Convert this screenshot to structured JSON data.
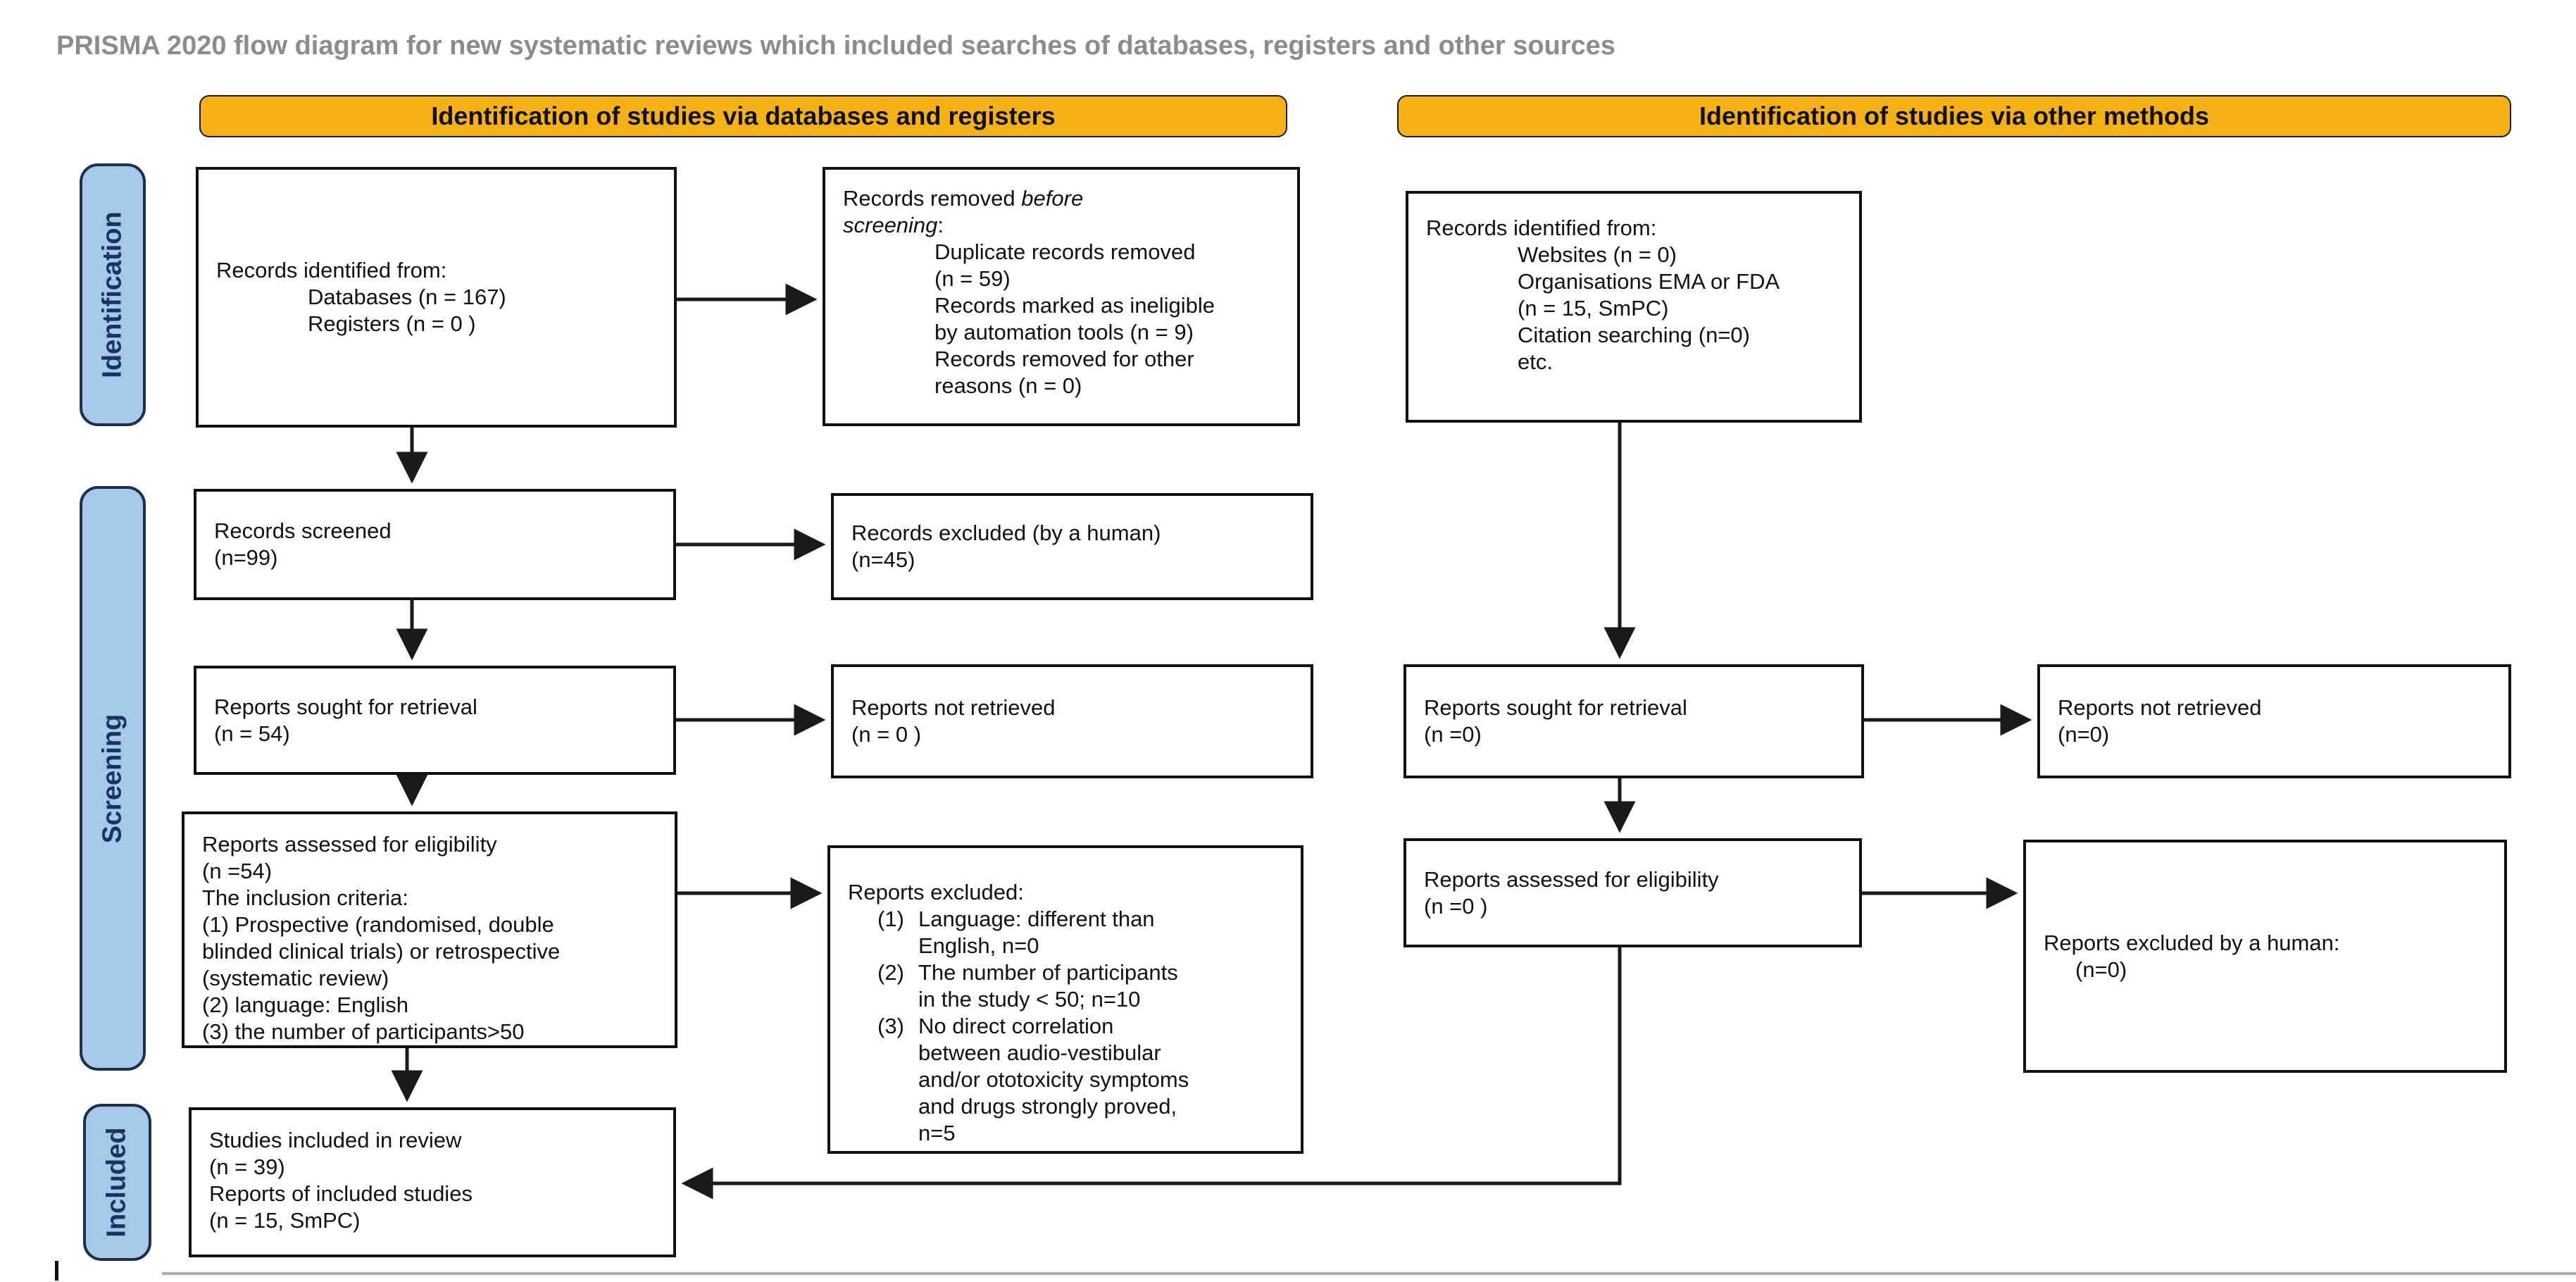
{
  "title": "PRISMA 2020 flow diagram for new systematic reviews which included searches of databases, registers and other sources",
  "banners": {
    "databases": "Identification of studies via databases and registers",
    "other": "Identification of studies via other methods"
  },
  "stages": {
    "identification": "Identification",
    "screening": "Screening",
    "included": "Included"
  },
  "boxes": {
    "db_identified": {
      "head": "Records identified from:",
      "body": "Databases (n = 167)\nRegisters (n = 0 )"
    },
    "records_removed": {
      "head_normal": "Records removed ",
      "head_italic": "before\nscreening",
      "head_tail": ":",
      "body": "Duplicate records removed\n(n = 59)\nRecords marked as ineligible\nby automation tools (n = 9)\nRecords removed for other\nreasons (n = 0)"
    },
    "other_identified": {
      "head": "Records identified from:",
      "body": "Websites (n = 0)\nOrganisations EMA or FDA\n(n = 15, SmPC)\nCitation searching (n=0)\netc."
    },
    "records_screened": {
      "text": "Records screened\n(n=99)"
    },
    "records_excluded": {
      "text": "Records excluded (by a human)\n(n=45)"
    },
    "reports_sought_db": {
      "text": "Reports sought for retrieval\n(n = 54)"
    },
    "reports_not_retrieved_db": {
      "text": "Reports not retrieved\n(n = 0 )"
    },
    "reports_sought_other": {
      "text": "Reports sought for retrieval\n(n =0)"
    },
    "reports_not_retrieved_other": {
      "text": "Reports not retrieved\n(n=0)"
    },
    "eligibility_db": {
      "text": "Reports assessed for eligibility\n(n =54)\nThe inclusion criteria:\n(1) Prospective (randomised, double\nblinded clinical trials) or retrospective\n(systematic review)\n(2) language: English\n(3) the number of participants>50"
    },
    "eligibility_other": {
      "text": "Reports assessed for eligibility\n(n =0 )"
    },
    "reports_excluded": {
      "head": "Reports excluded:",
      "items": [
        {
          "marker": "(1)",
          "text": "Language: different than\nEnglish, n=0"
        },
        {
          "marker": "(2)",
          "text": "The number of participants\nin the study < 50; n=10"
        },
        {
          "marker": "(3)",
          "text": "No direct correlation\nbetween audio-vestibular\nand/or ototoxicity symptoms\nand drugs strongly proved,\nn=5"
        }
      ]
    },
    "excluded_human_other": {
      "head": "Reports excluded by a human:",
      "body": "(n=0)"
    },
    "included": {
      "text": "Studies included in review\n(n = 39)\nReports of included studies\n(n = 15, SmPC)"
    }
  },
  "colors": {
    "banner": "#F6B117",
    "stage_fill": "#A6C9E9",
    "stage_border": "#1C2F52",
    "box_border": "#111111",
    "title": "#8C8C8C",
    "arrow": "#1a1a1a"
  }
}
